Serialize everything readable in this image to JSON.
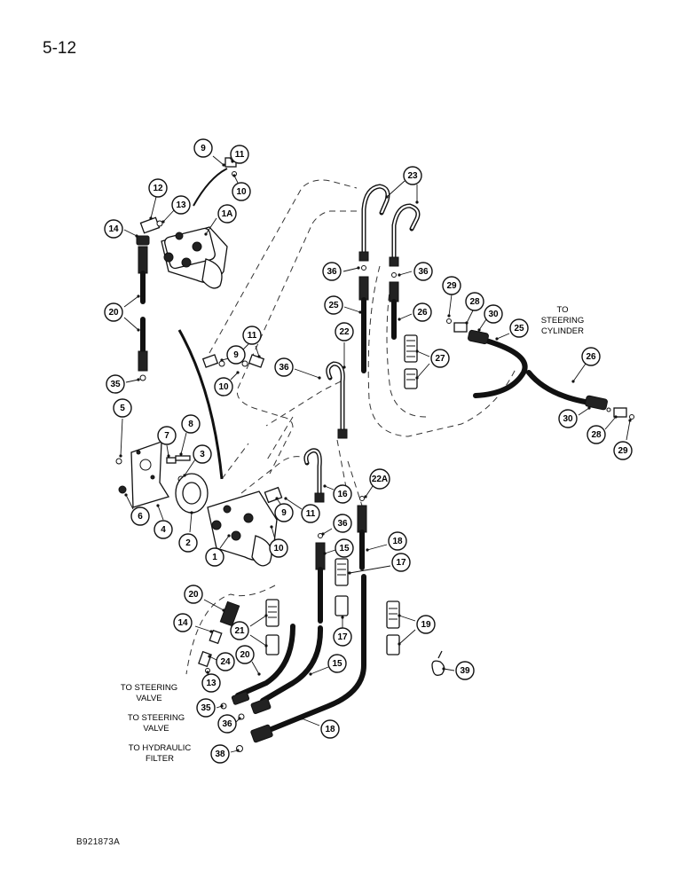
{
  "header": {
    "page_number": "5-12"
  },
  "footer": {
    "figure_code": "B921873A"
  },
  "notes": {
    "steering_cylinder": [
      "TO",
      "STEERING",
      "CYLINDER"
    ],
    "steering_valve_1": [
      "TO STEERING",
      "VALVE"
    ],
    "steering_valve_2": [
      "TO STEERING",
      "VALVE"
    ],
    "hydraulic_filter": [
      "TO HYDRAULIC",
      "FILTER"
    ]
  },
  "callouts": [
    {
      "id": "c9a",
      "label": "9"
    },
    {
      "id": "c11a",
      "label": "11"
    },
    {
      "id": "c10a",
      "label": "10"
    },
    {
      "id": "c12",
      "label": "12"
    },
    {
      "id": "c13a",
      "label": "13"
    },
    {
      "id": "c14a",
      "label": "14"
    },
    {
      "id": "c1A",
      "label": "1A"
    },
    {
      "id": "c23",
      "label": "23"
    },
    {
      "id": "c36a",
      "label": "36"
    },
    {
      "id": "c36b",
      "label": "36"
    },
    {
      "id": "c29a",
      "label": "29"
    },
    {
      "id": "c28a",
      "label": "28"
    },
    {
      "id": "c30a",
      "label": "30"
    },
    {
      "id": "c25a",
      "label": "25"
    },
    {
      "id": "c26a",
      "label": "26"
    },
    {
      "id": "c25b",
      "label": "25"
    },
    {
      "id": "c20a",
      "label": "20"
    },
    {
      "id": "c11b",
      "label": "11"
    },
    {
      "id": "c9b",
      "label": "9"
    },
    {
      "id": "c22",
      "label": "22"
    },
    {
      "id": "c27",
      "label": "27"
    },
    {
      "id": "c26b",
      "label": "26"
    },
    {
      "id": "c36c",
      "label": "36"
    },
    {
      "id": "c10b",
      "label": "10"
    },
    {
      "id": "c35a",
      "label": "35"
    },
    {
      "id": "c5",
      "label": "5"
    },
    {
      "id": "c8",
      "label": "8"
    },
    {
      "id": "c7",
      "label": "7"
    },
    {
      "id": "c3",
      "label": "3"
    },
    {
      "id": "c30b",
      "label": "30"
    },
    {
      "id": "c28b",
      "label": "28"
    },
    {
      "id": "c29b",
      "label": "29"
    },
    {
      "id": "c22A",
      "label": "22A"
    },
    {
      "id": "c16",
      "label": "16"
    },
    {
      "id": "c6",
      "label": "6"
    },
    {
      "id": "c4",
      "label": "4"
    },
    {
      "id": "c2",
      "label": "2"
    },
    {
      "id": "c1",
      "label": "1"
    },
    {
      "id": "c9c",
      "label": "9"
    },
    {
      "id": "c11c",
      "label": "11"
    },
    {
      "id": "c10c",
      "label": "10"
    },
    {
      "id": "c36d",
      "label": "36"
    },
    {
      "id": "c15a",
      "label": "15"
    },
    {
      "id": "c18a",
      "label": "18"
    },
    {
      "id": "c17a",
      "label": "17"
    },
    {
      "id": "c20b",
      "label": "20"
    },
    {
      "id": "c14b",
      "label": "14"
    },
    {
      "id": "c21",
      "label": "21"
    },
    {
      "id": "c17b",
      "label": "17"
    },
    {
      "id": "c19",
      "label": "19"
    },
    {
      "id": "c24",
      "label": "24"
    },
    {
      "id": "c20c",
      "label": "20"
    },
    {
      "id": "c15b",
      "label": "15"
    },
    {
      "id": "c13b",
      "label": "13"
    },
    {
      "id": "c39",
      "label": "39"
    },
    {
      "id": "c35b",
      "label": "35"
    },
    {
      "id": "c36e",
      "label": "36"
    },
    {
      "id": "c18b",
      "label": "18"
    },
    {
      "id": "c38",
      "label": "38"
    }
  ]
}
